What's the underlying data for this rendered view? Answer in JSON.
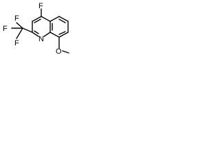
{
  "molecule": {
    "atoms": {
      "top_fluoro": "F",
      "cf3_f_top": "F",
      "cf3_f_left": "F",
      "cf3_f_bottom": "F",
      "ring_nitrogen": "N",
      "methoxy_oxygen": "O"
    }
  }
}
